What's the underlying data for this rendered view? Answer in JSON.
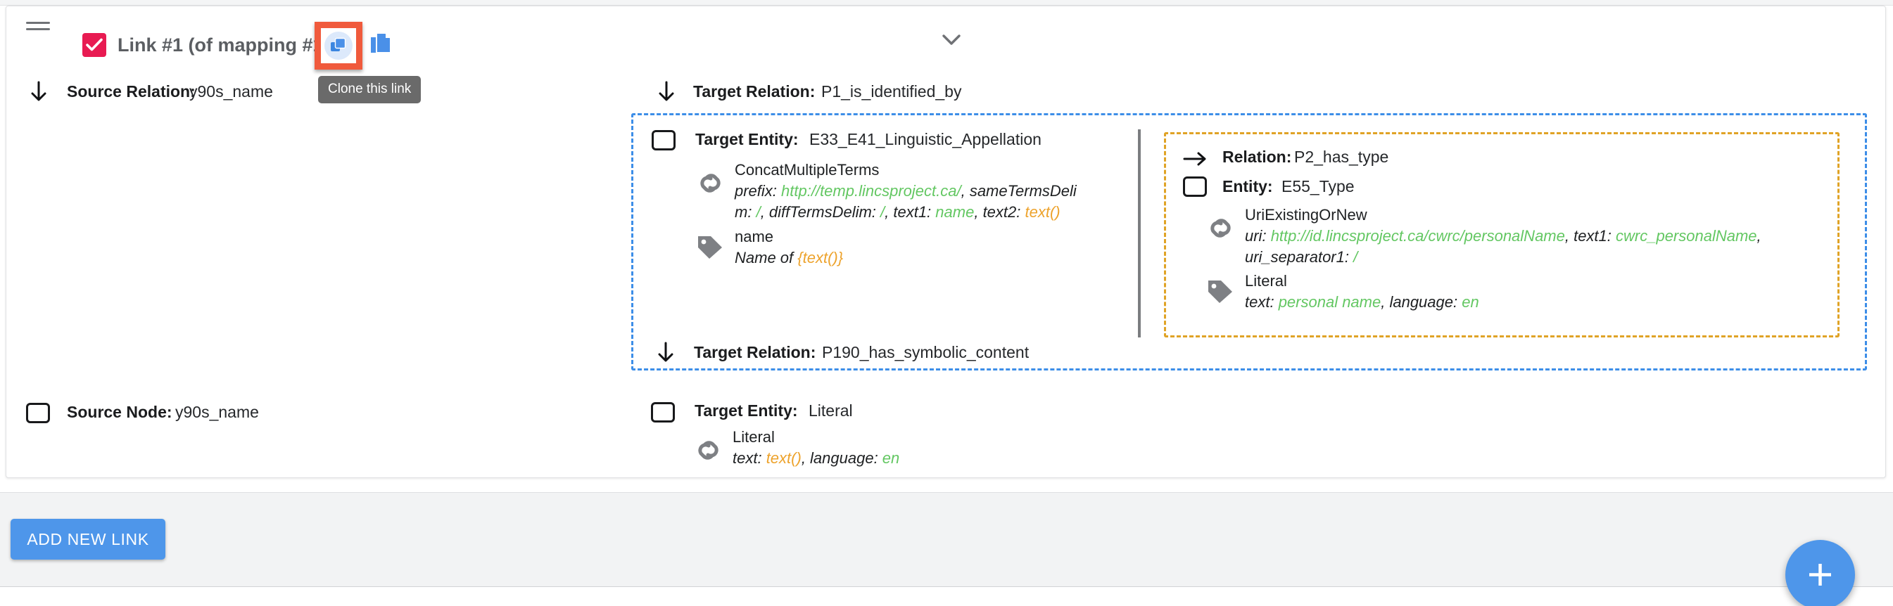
{
  "header": {
    "title": "Link #1 (of mapping #1)",
    "checkbox_checked": true,
    "clone_tooltip": "Clone this link",
    "clone_icon": "clone-icon",
    "duplicate_icon": "duplicate-icon",
    "drag_icon": "drag-handle-icon",
    "collapse_icon": "chevron-down-icon",
    "accent_checkbox_color": "#e81b52",
    "highlight_color": "#f05a3c"
  },
  "source": {
    "relation_label": "Source Relation:",
    "relation_value": "y90s_name",
    "relation_icon": "arrow-down-icon",
    "node_label": "Source Node:",
    "node_value": "y90s_name",
    "node_icon": "checkbox-icon"
  },
  "target_relation_1": {
    "label": "Target Relation:",
    "value": "P1_is_identified_by",
    "icon": "arrow-down-icon"
  },
  "target_entity_1": {
    "label": "Target Entity:",
    "value": "E33_E41_Linguistic_Appellation",
    "icon": "checkbox-icon",
    "details": [
      {
        "icon": "link-icon",
        "title": "ConcatMultipleTerms",
        "lines": [
          [
            {
              "t": "prefix: ",
              "c": "plain"
            },
            {
              "t": "http://temp.lincsproject.ca/",
              "c": "green"
            },
            {
              "t": ", sameTermsDeli",
              "c": "plain"
            }
          ],
          [
            {
              "t": "m: ",
              "c": "plain"
            },
            {
              "t": "/",
              "c": "green"
            },
            {
              "t": ", diffTermsDelim: ",
              "c": "plain"
            },
            {
              "t": "/",
              "c": "green"
            },
            {
              "t": ", text1: ",
              "c": "plain"
            },
            {
              "t": "name",
              "c": "green"
            },
            {
              "t": ", text2: ",
              "c": "plain"
            },
            {
              "t": "text()",
              "c": "orange"
            }
          ]
        ]
      },
      {
        "icon": "tag-icon",
        "title": "name",
        "lines": [
          [
            {
              "t": "Name of ",
              "c": "plain"
            },
            {
              "t": "{text()}",
              "c": "orange"
            }
          ]
        ]
      }
    ]
  },
  "nested_relation": {
    "label": "Relation:",
    "value": "P2_has_type",
    "icon": "arrow-right-icon"
  },
  "nested_entity": {
    "label": "Entity:",
    "value": "E55_Type",
    "icon": "checkbox-icon",
    "details": [
      {
        "icon": "link-icon",
        "title": "UriExistingOrNew",
        "lines": [
          [
            {
              "t": "uri: ",
              "c": "plain"
            },
            {
              "t": "http://id.lincsproject.ca/cwrc/personalName",
              "c": "green"
            },
            {
              "t": ", text1: ",
              "c": "plain"
            },
            {
              "t": "cwrc_personalName",
              "c": "green"
            },
            {
              "t": ",",
              "c": "plain"
            }
          ],
          [
            {
              "t": "uri_separator1: ",
              "c": "plain"
            },
            {
              "t": "/",
              "c": "green"
            }
          ]
        ]
      },
      {
        "icon": "tag-icon",
        "title": "Literal",
        "lines": [
          [
            {
              "t": "text: ",
              "c": "plain"
            },
            {
              "t": "personal name",
              "c": "green"
            },
            {
              "t": ", language: ",
              "c": "plain"
            },
            {
              "t": "en",
              "c": "green"
            }
          ]
        ]
      }
    ]
  },
  "target_relation_2": {
    "label": "Target Relation:",
    "value": "P190_has_symbolic_content",
    "icon": "arrow-down-icon"
  },
  "target_entity_2": {
    "label": "Target Entity:",
    "value": "Literal",
    "icon": "checkbox-icon",
    "details": [
      {
        "icon": "link-icon",
        "title": "Literal",
        "lines": [
          [
            {
              "t": "text: ",
              "c": "plain"
            },
            {
              "t": "text()",
              "c": "orange"
            },
            {
              "t": ", language: ",
              "c": "plain"
            },
            {
              "t": "en",
              "c": "green"
            }
          ]
        ]
      }
    ]
  },
  "footer": {
    "add_link_label": "ADD NEW LINK",
    "fab_icon": "plus-icon",
    "primary_color": "#4e96ea"
  },
  "colors": {
    "blue_dashed": "#3d8ee8",
    "orange_dashed": "#e0a326",
    "green_text": "#63c762",
    "orange_text": "#eda32d"
  }
}
